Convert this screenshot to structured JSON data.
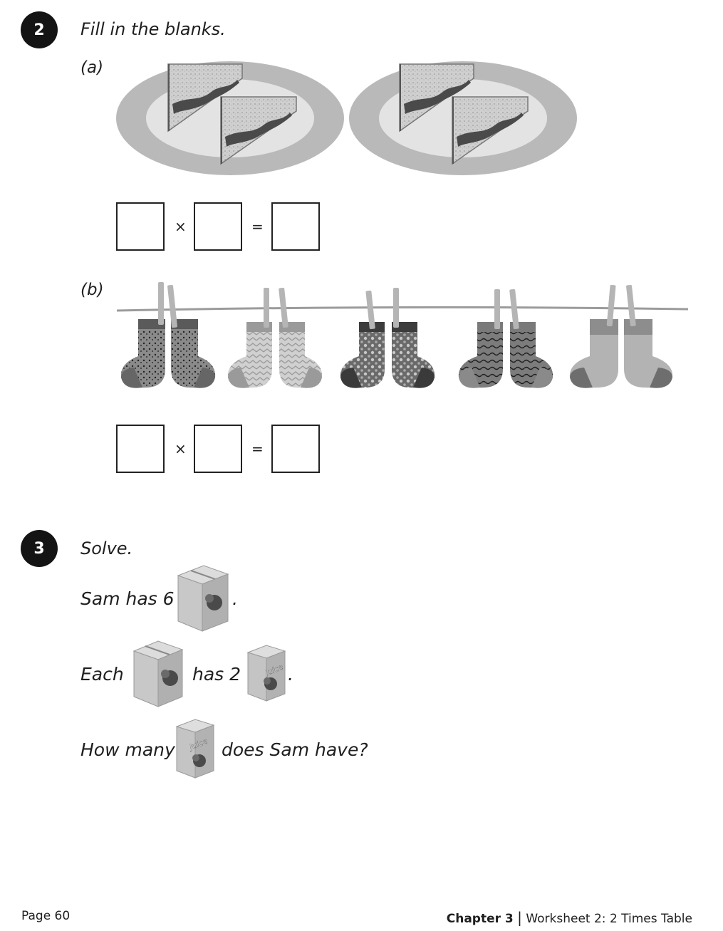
{
  "question2": {
    "number": "2",
    "instruction": "Fill in the blanks.",
    "part_a": {
      "label": "(a)",
      "equation": {
        "times": "×",
        "equals": "="
      }
    },
    "part_b": {
      "label": "(b)",
      "equation": {
        "times": "×",
        "equals": "="
      }
    }
  },
  "question3": {
    "number": "3",
    "instruction": "Solve.",
    "line1": {
      "before": "Sam has 6",
      "after": "."
    },
    "line2": {
      "before": "Each",
      "middle": "has 2",
      "after": "."
    },
    "line3": {
      "before": "How many",
      "after": "does Sam have?"
    },
    "juice_label": "Juice"
  },
  "footer": {
    "page": "Page 60",
    "chapter": "Chapter 3",
    "separator": "|",
    "worksheet": "Worksheet 2: 2 Times Table"
  }
}
